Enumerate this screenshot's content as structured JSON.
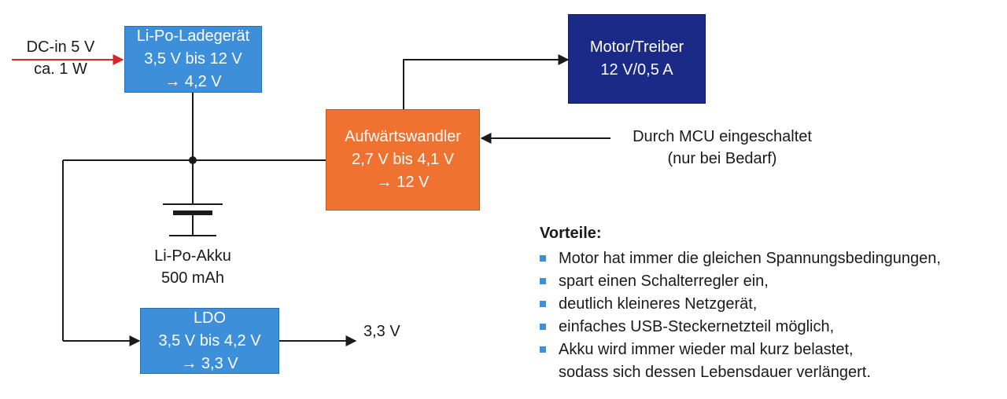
{
  "charger": {
    "lines": [
      "Li-Po-Ladegerät",
      "3,5 V bis 12 V",
      "→ 4,2 V"
    ]
  },
  "dc_input": {
    "lines": [
      "DC-in 5 V",
      "ca. 1 W"
    ]
  },
  "motor": {
    "lines": [
      "Motor/Treiber",
      "12 V/0,5 A"
    ]
  },
  "boost": {
    "lines": [
      "Aufwärtswandler",
      "2,7 V bis 4,1 V",
      "→ 12 V"
    ]
  },
  "mcu_note": {
    "lines": [
      "Durch MCU eingeschaltet",
      "(nur bei Bedarf)"
    ]
  },
  "battery": {
    "lines": [
      "Li-Po-Akku",
      "500 mAh"
    ]
  },
  "ldo": {
    "lines": [
      "LDO",
      "3,5 V bis 4,2 V",
      "→ 3,3 V"
    ]
  },
  "ldo_output": "3,3 V",
  "advantages": {
    "title": "Vorteile:",
    "items": [
      {
        "text": "Motor hat immer die gleichen Spannungsbedingungen,"
      },
      {
        "text": "spart einen Schalterregler ein,"
      },
      {
        "text": "deutlich kleineres Netzgerät,"
      },
      {
        "text": "einfaches USB-Steckernetzteil möglich,"
      },
      {
        "text": "Akku wird immer wieder mal kurz belastet,",
        "continuation": "sodass sich dessen Lebensdauer verlängert."
      }
    ]
  },
  "colors": {
    "charger_ldo_fill": "#3d8fd9",
    "motor_fill": "#1c2a87",
    "boost_fill": "#ef7230",
    "input_arrow": "#d9262b",
    "wire": "#1a1a1a"
  }
}
